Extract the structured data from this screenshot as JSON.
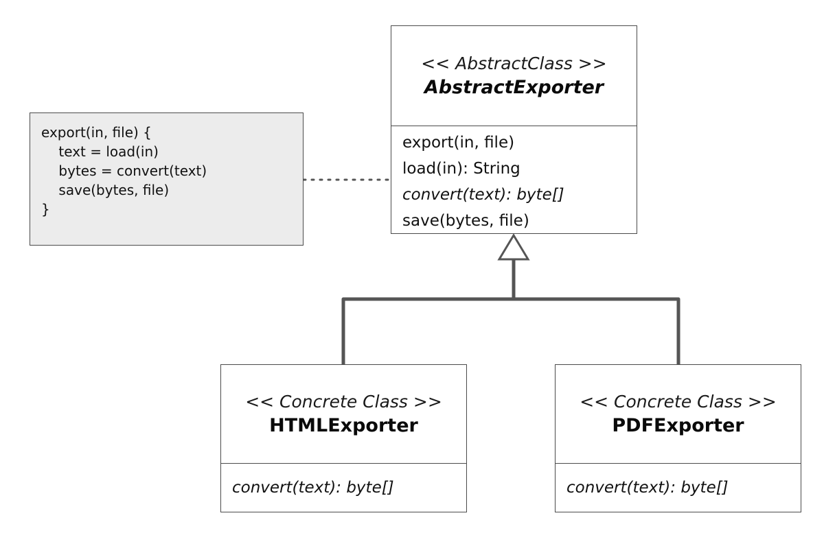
{
  "colors": {
    "line": "#4a4a4a",
    "connector": "#555555",
    "note_background": "#ececec",
    "box_background": "#ffffff"
  },
  "note": {
    "code_lines": [
      "export(in, file) {",
      "    text = load(in)",
      "    bytes = convert(text)",
      "    save(bytes, file)",
      "}"
    ]
  },
  "abstract_class": {
    "stereotype": "<< AbstractClass >>",
    "name": "AbstractExporter",
    "methods": [
      {
        "text": "export(in, file)",
        "abstract": false
      },
      {
        "text": "load(in): String",
        "abstract": false
      },
      {
        "text": "convert(text): byte[]",
        "abstract": true
      },
      {
        "text": "save(bytes, file)",
        "abstract": false
      }
    ]
  },
  "html_exporter": {
    "stereotype": "<< Concrete Class >>",
    "name": "HTMLExporter",
    "methods": [
      {
        "text": "convert(text): byte[]",
        "abstract": true
      }
    ]
  },
  "pdf_exporter": {
    "stereotype": "<< Concrete Class >>",
    "name": "PDFExporter",
    "methods": [
      {
        "text": "convert(text): byte[]",
        "abstract": true
      }
    ]
  },
  "relations": [
    {
      "type": "generalization",
      "from": "HTMLExporter",
      "to": "AbstractExporter"
    },
    {
      "type": "generalization",
      "from": "PDFExporter",
      "to": "AbstractExporter"
    },
    {
      "type": "note-attachment",
      "from": "note",
      "to": "AbstractExporter"
    }
  ]
}
